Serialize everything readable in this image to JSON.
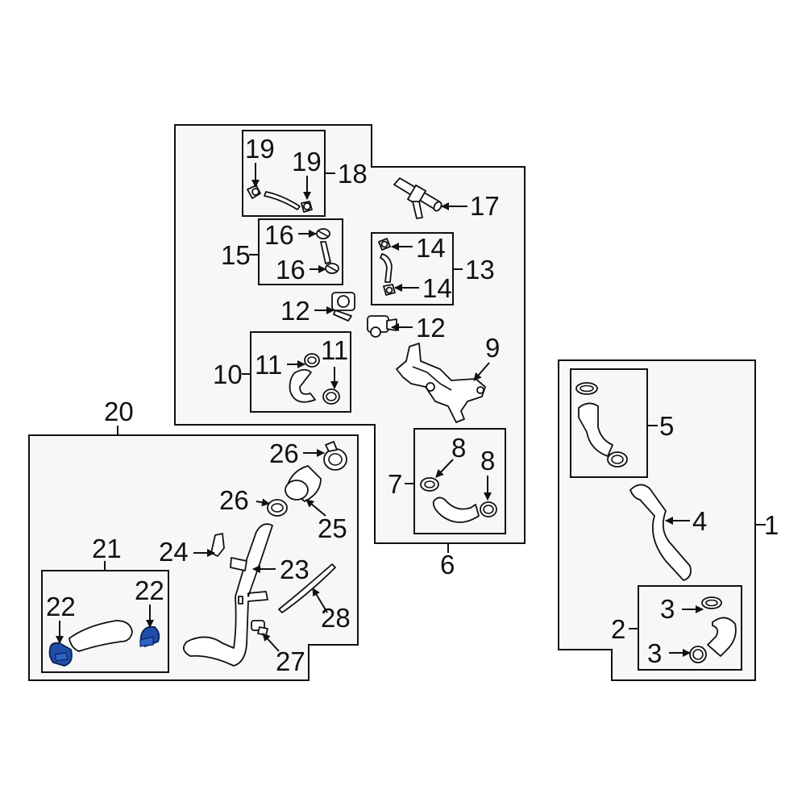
{
  "diagram": {
    "colors": {
      "background": "#ffffff",
      "panel": "#f7f7f7",
      "line": "#111111",
      "highlight": "#1f4ea8"
    },
    "callouts": {
      "n1": "1",
      "n2": "2",
      "n3a": "3",
      "n3b": "3",
      "n4": "4",
      "n5": "5",
      "n6": "6",
      "n7": "7",
      "n8a": "8",
      "n8b": "8",
      "n9": "9",
      "n10": "10",
      "n11a": "11",
      "n11b": "11",
      "n12a": "12",
      "n12b": "12",
      "n13": "13",
      "n14a": "14",
      "n14b": "14",
      "n15": "15",
      "n16a": "16",
      "n16b": "16",
      "n17": "17",
      "n18": "18",
      "n19a": "19",
      "n19b": "19",
      "n20": "20",
      "n21": "21",
      "n22a": "22",
      "n22b": "22",
      "n23": "23",
      "n24": "24",
      "n25": "25",
      "n26a": "26",
      "n26b": "26",
      "n27": "27",
      "n28": "28"
    },
    "highlighted_parts": [
      "22"
    ]
  }
}
